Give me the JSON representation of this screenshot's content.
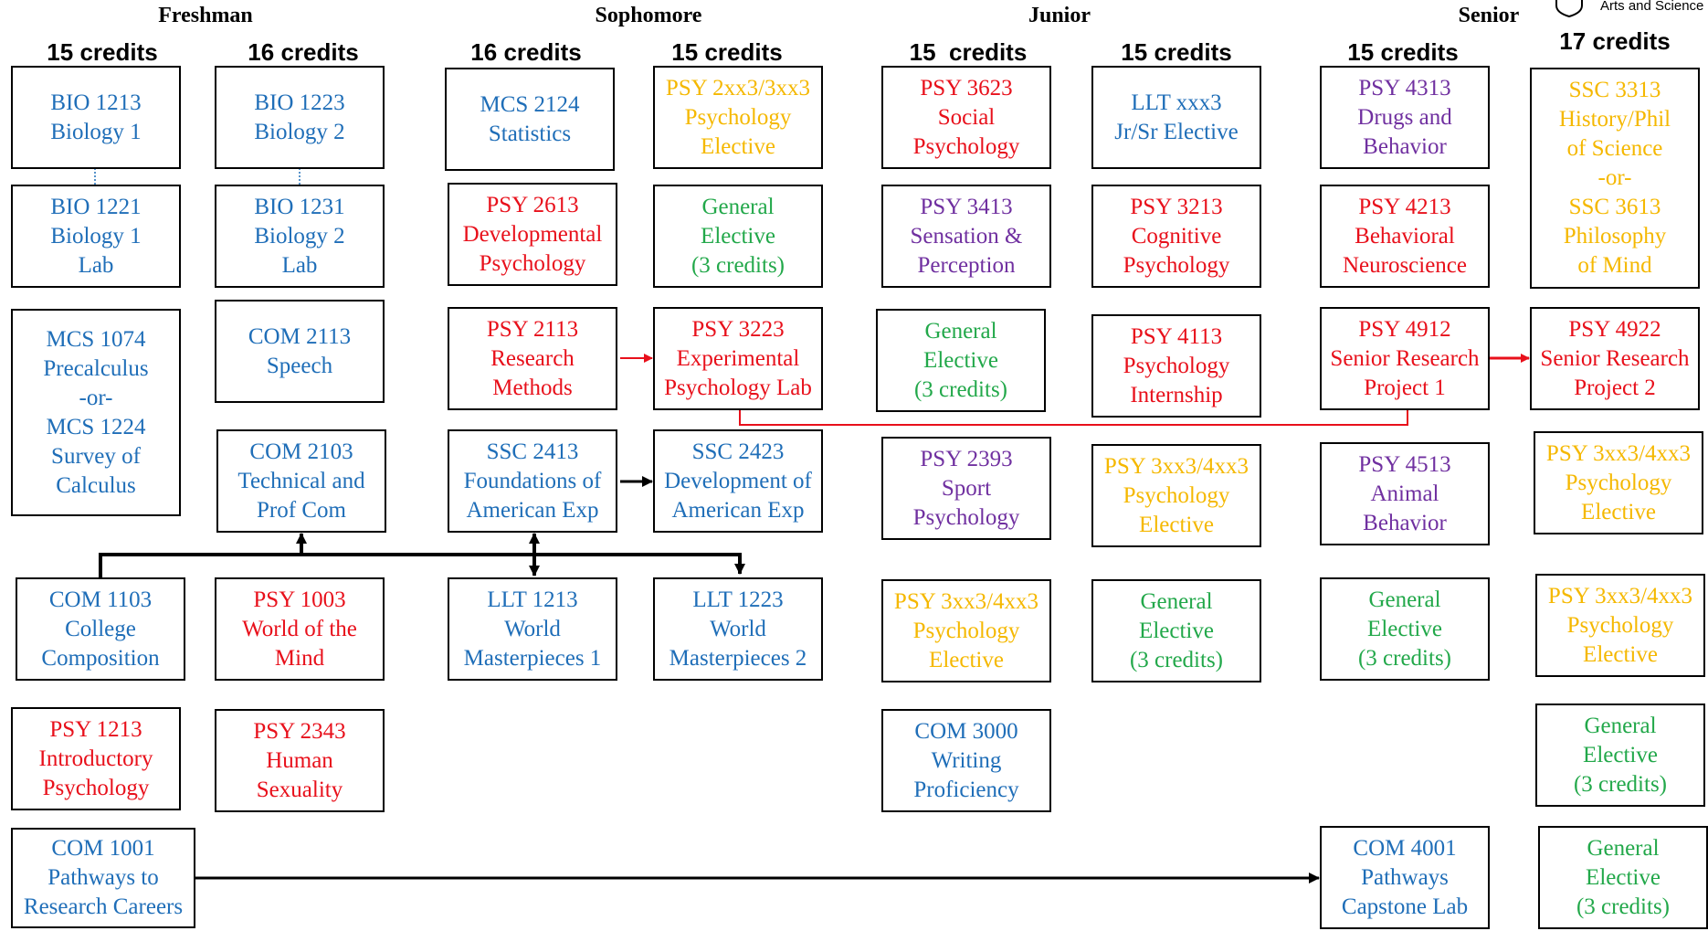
{
  "header": {
    "years": [
      "Freshman",
      "Sophomore",
      "Junior",
      "Senior"
    ],
    "credits": [
      "15 credits",
      "16 credits",
      "16 credits",
      "15 credits",
      "15  credits",
      "15 credits",
      "15 credits",
      "17 credits"
    ],
    "logo_text": "Arts and Science"
  },
  "colors": {
    "blue": "#1f6eb8",
    "red": "#e8101b",
    "purple": "#7030a0",
    "gold": "#f5b800",
    "green": "#22a84a"
  },
  "courses": [
    {
      "name": "bio-1213",
      "lines": [
        "BIO 1213",
        "Biology 1"
      ]
    },
    {
      "name": "bio-1221",
      "lines": [
        "BIO 1221",
        "Biology 1",
        "Lab"
      ]
    },
    {
      "name": "mcs-1074",
      "lines": [
        "MCS 1074",
        "Precalculus",
        "-or-",
        "MCS 1224",
        "Survey of",
        "Calculus"
      ]
    },
    {
      "name": "com-1103",
      "lines": [
        "COM 1103",
        "College",
        "Composition"
      ]
    },
    {
      "name": "psy-1213",
      "lines": [
        "PSY 1213",
        "Introductory",
        "Psychology"
      ]
    },
    {
      "name": "com-1001",
      "lines": [
        "COM 1001",
        "Pathways to",
        "Research Careers"
      ]
    },
    {
      "name": "bio-1223",
      "lines": [
        "BIO 1223",
        "Biology 2"
      ]
    },
    {
      "name": "bio-1231",
      "lines": [
        "BIO 1231",
        "Biology 2",
        "Lab"
      ]
    },
    {
      "name": "com-2113",
      "lines": [
        "COM 2113",
        "Speech"
      ]
    },
    {
      "name": "com-2103",
      "lines": [
        "COM 2103",
        "Technical and",
        "Prof Com"
      ]
    },
    {
      "name": "psy-1003",
      "lines": [
        "PSY 1003",
        "World of the",
        "Mind"
      ]
    },
    {
      "name": "psy-2343",
      "lines": [
        "PSY 2343",
        "Human",
        "Sexuality"
      ]
    },
    {
      "name": "mcs-2124",
      "lines": [
        "MCS 2124",
        "Statistics"
      ]
    },
    {
      "name": "psy-2613",
      "lines": [
        "PSY 2613",
        "Developmental",
        "Psychology"
      ]
    },
    {
      "name": "psy-2113",
      "lines": [
        "PSY 2113",
        "Research",
        "Methods"
      ]
    },
    {
      "name": "ssc-2413",
      "lines": [
        "SSC 2413",
        "Foundations of",
        "American Exp"
      ]
    },
    {
      "name": "llt-1213",
      "lines": [
        "LLT 1213",
        "World",
        "Masterpieces 1"
      ]
    },
    {
      "name": "psy-2xx3",
      "lines": [
        "PSY 2xx3/3xx3",
        "Psychology",
        "Elective"
      ]
    },
    {
      "name": "gen-elective-so2",
      "lines": [
        "General",
        "Elective",
        "(3 credits)"
      ]
    },
    {
      "name": "psy-3223",
      "lines": [
        "PSY 3223",
        "Experimental",
        "Psychology Lab"
      ]
    },
    {
      "name": "ssc-2423",
      "lines": [
        "SSC 2423",
        "Development of",
        "American Exp"
      ]
    },
    {
      "name": "llt-1223",
      "lines": [
        "LLT 1223",
        "World",
        "Masterpieces 2"
      ]
    },
    {
      "name": "psy-3623",
      "lines": [
        "PSY 3623",
        "Social",
        "Psychology"
      ]
    },
    {
      "name": "psy-3413",
      "lines": [
        "PSY 3413",
        "Sensation &",
        "Perception"
      ]
    },
    {
      "name": "gen-elective-ju1",
      "lines": [
        "General",
        "Elective",
        "(3 credits)"
      ]
    },
    {
      "name": "psy-2393",
      "lines": [
        "PSY 2393",
        "Sport",
        "Psychology"
      ]
    },
    {
      "name": "psy-3xx3-ju1",
      "lines": [
        "PSY 3xx3/4xx3",
        "Psychology",
        "Elective"
      ]
    },
    {
      "name": "com-3000",
      "lines": [
        "COM 3000",
        "Writing",
        "Proficiency"
      ]
    },
    {
      "name": "llt-xxx3",
      "lines": [
        "LLT xxx3",
        "Jr/Sr Elective"
      ]
    },
    {
      "name": "psy-3213",
      "lines": [
        "PSY 3213",
        "Cognitive",
        "Psychology"
      ]
    },
    {
      "name": "psy-4113",
      "lines": [
        "PSY 4113",
        "Psychology",
        "Internship"
      ]
    },
    {
      "name": "psy-3xx3-ju2",
      "lines": [
        "PSY 3xx3/4xx3",
        "Psychology",
        "Elective"
      ]
    },
    {
      "name": "gen-elective-ju2",
      "lines": [
        "General",
        "Elective",
        "(3 credits)"
      ]
    },
    {
      "name": "psy-4313",
      "lines": [
        "PSY 4313",
        "Drugs and",
        "Behavior"
      ]
    },
    {
      "name": "psy-4213",
      "lines": [
        "PSY 4213",
        "Behavioral",
        "Neuroscience"
      ]
    },
    {
      "name": "psy-4912",
      "lines": [
        "PSY 4912",
        "Senior Research",
        "Project 1"
      ]
    },
    {
      "name": "psy-4513",
      "lines": [
        "PSY 4513",
        "Animal",
        "Behavior"
      ]
    },
    {
      "name": "gen-elective-se1",
      "lines": [
        "General",
        "Elective",
        "(3 credits)"
      ]
    },
    {
      "name": "com-4001",
      "lines": [
        "COM 4001",
        "Pathways",
        "Capstone Lab"
      ]
    },
    {
      "name": "ssc-3313",
      "lines": [
        "SSC 3313",
        "History/Phil",
        "of Science",
        "-or-",
        "SSC 3613",
        "Philosophy",
        "of Mind"
      ]
    },
    {
      "name": "psy-4922",
      "lines": [
        "PSY 4922",
        "Senior Research",
        "Project 2"
      ]
    },
    {
      "name": "psy-3xx3-se2a",
      "lines": [
        "PSY 3xx3/4xx3",
        "Psychology",
        "Elective"
      ]
    },
    {
      "name": "psy-3xx3-se2b",
      "lines": [
        "PSY 3xx3/4xx3",
        "Psychology",
        "Elective"
      ]
    },
    {
      "name": "gen-elective-se2a",
      "lines": [
        "General",
        "Elective",
        "(3 credits)"
      ]
    },
    {
      "name": "gen-elective-se2b",
      "lines": [
        "General",
        "Elective",
        "(3 credits)"
      ]
    }
  ]
}
